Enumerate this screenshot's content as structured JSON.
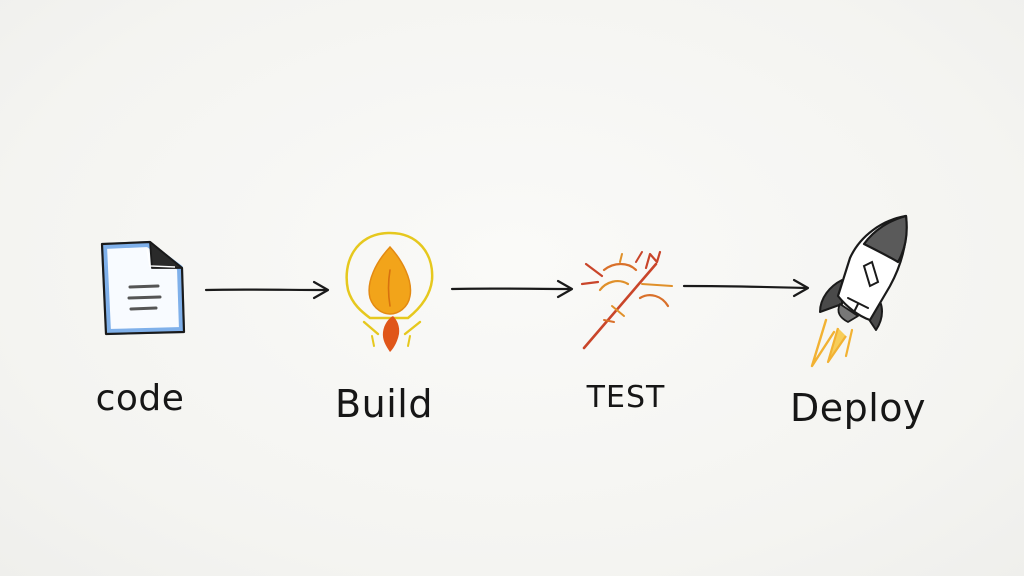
{
  "steps": [
    {
      "label": "code",
      "icon": "document-icon"
    },
    {
      "label": "Build",
      "icon": "flame-bulb-icon"
    },
    {
      "label": "TEST",
      "icon": "broken-test-icon"
    },
    {
      "label": "Deploy",
      "icon": "rocket-icon"
    }
  ],
  "colors": {
    "ink": "#1a1a1a",
    "paper": "#f5f5f3",
    "doc_blue": "#5b8fd6",
    "flame_orange": "#f0a21a",
    "flame_outline": "#e6c81e",
    "flame_red": "#e0561a",
    "test_red": "#c9452a",
    "rocket_grey": "#555555",
    "rocket_flame": "#f2b233"
  }
}
